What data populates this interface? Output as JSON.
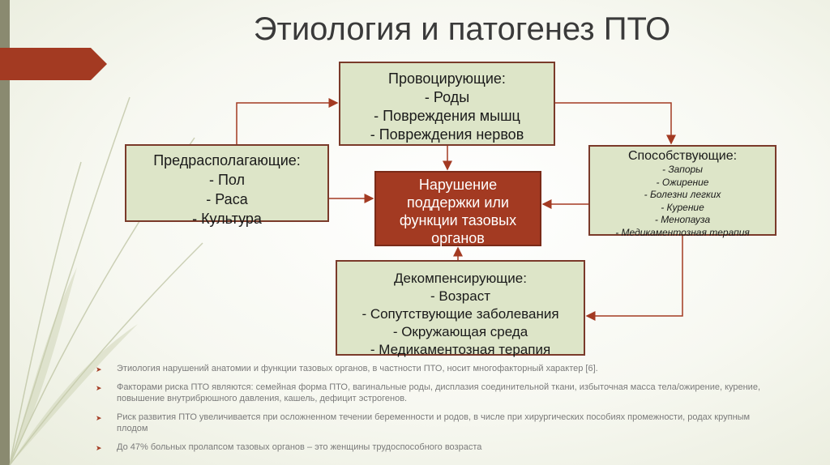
{
  "title": "Этиология и патогенез ПТО",
  "colors": {
    "accent": "#a33a22",
    "box_fill": "#dde5c8",
    "box_border": "#7a3a2a",
    "decor": "#8a8a70"
  },
  "boxes": {
    "provoking": {
      "heading": "Провоцирующие:",
      "items": [
        "-   Роды",
        "- Повреждения мышц",
        "- Повреждения нервов"
      ]
    },
    "predisposing": {
      "heading": "Предрасполагающие:",
      "items": [
        "-   Пол",
        "-   Раса",
        "-   Культура"
      ]
    },
    "central": {
      "lines": [
        "Нарушение",
        "поддержки или",
        "функции тазовых",
        "органов"
      ]
    },
    "contributing": {
      "heading": "Способствующие:",
      "items": [
        "-      Запоры",
        "-      Ожирение",
        "- Болезни легких",
        "-      Курение",
        "-      Менопауза",
        "-      Медикаментозная терапия"
      ]
    },
    "decompensating": {
      "heading": "Декомпенсирующие:",
      "items": [
        "-   Возраст",
        "-   Сопутствующие заболевания",
        "-   Окружающая среда",
        "-   Медикаментозная терапия"
      ]
    }
  },
  "notes": [
    "Этиология нарушений анатомии и функции тазовых органов, в частности ПТО, носит многофакторный характер [6].",
    "Факторами риска ПТО являются: семейная форма ПТО, вагинальные роды, дисплазия соединительной ткани, избыточная масса тела/ожирение, курение, повышение внутрибрюшного давления, кашель, дефицит эстрогенов.",
    "Риск развития ПТО увеличивается при осложненном течении беременности и родов, в числе при хирургических пособиях промежности, родах крупным плодом",
    "До 47% больных пролапсом тазовых органов – это женщины трудоспособного возраста"
  ]
}
